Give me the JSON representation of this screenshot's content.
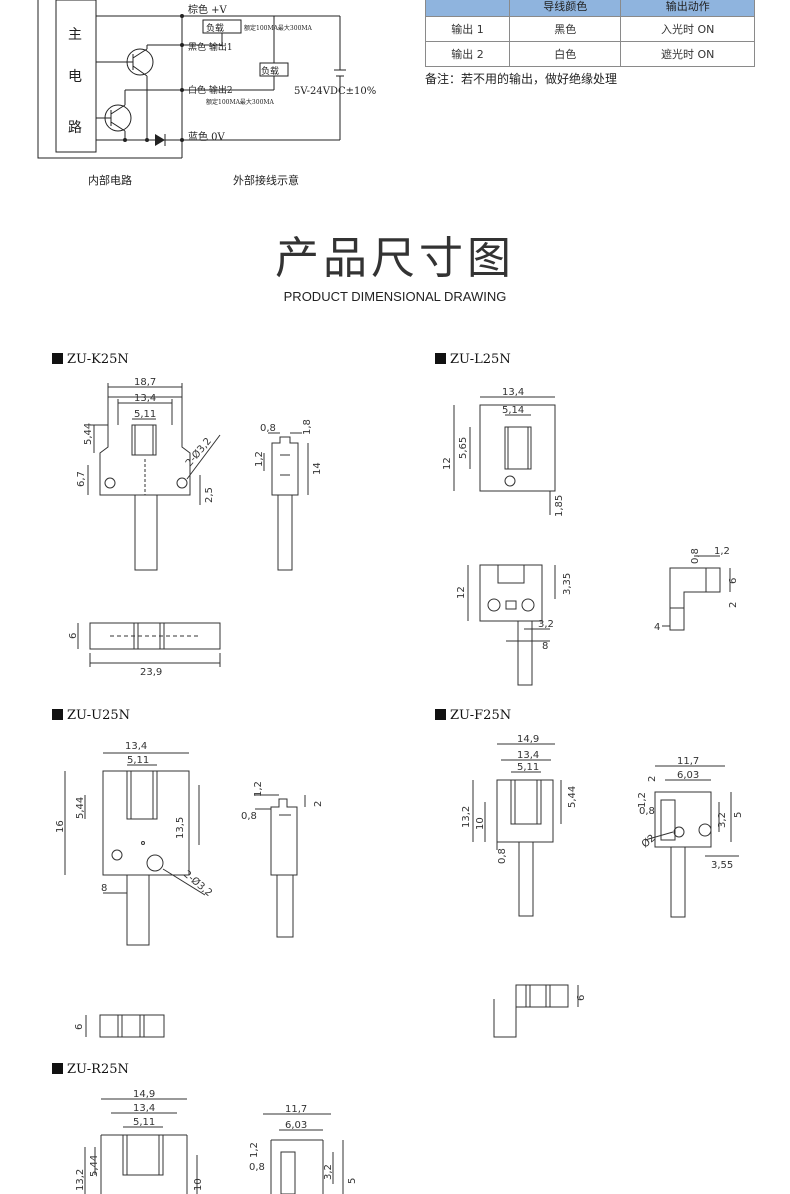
{
  "circuit": {
    "main_circuit_chars": [
      "主",
      "电",
      "路"
    ],
    "wire_brown": "棕色 +V",
    "wire_black": "黑色  输出1",
    "wire_white": "白色  输出2",
    "wire_blue": "蓝色 0V",
    "load_label": "负载",
    "rated_current": "额定100MA最大300MA",
    "supply": "5V-24VDC±10%",
    "caption_internal": "内部电路",
    "caption_external": "外部接线示意"
  },
  "output_table": {
    "headers": [
      "",
      "导线颜色",
      "输出动作"
    ],
    "rows": [
      [
        "输出 1",
        "黑色",
        "入光时 ON"
      ],
      [
        "输出 2",
        "白色",
        "遮光时 ON"
      ]
    ]
  },
  "note": "备注：若不用的输出，做好绝缘处理",
  "section": {
    "title_cn": "产品尺寸图",
    "title_en": "PRODUCT DIMENSIONAL DRAWING"
  },
  "models": {
    "k25": "ZU-K25N",
    "l25": "ZU-L25N",
    "u25": "ZU-U25N",
    "f25": "ZU-F25N",
    "r25": "ZU-R25N"
  },
  "dims": {
    "k25": {
      "w1": "18,7",
      "w2": "13,4",
      "w3": "5,11",
      "h1": "5,44",
      "h2": "6,7",
      "hole": "2-Ø3,2",
      "d1": "2,5",
      "s1": "0,8",
      "s2": "1,8",
      "s3": "1,2",
      "s4": "14",
      "b1": "6",
      "b2": "23,9"
    },
    "l25": {
      "w1": "13,4",
      "w2": "5,14",
      "h1": "5,65",
      "h2": "12",
      "d1": "1,85",
      "f1": "12",
      "f2": "3,35",
      "f3": "3,2",
      "f4": "8",
      "s1": "0,8",
      "s2": "1,2",
      "s3": "6",
      "s4": "2",
      "s5": "4"
    },
    "u25": {
      "w1": "13,4",
      "w2": "5,11",
      "h1": "5,44",
      "h2": "16",
      "h3": "13,5",
      "d1": "8",
      "hole": "2-Ø3,2",
      "s1": "1,2",
      "s2": "0,8",
      "s3": "2",
      "b1": "6"
    },
    "f25": {
      "w1": "14,9",
      "w2": "13,4",
      "w3": "5,11",
      "h1": "13,2",
      "h2": "10",
      "h3": "5,44",
      "d1": "0,8",
      "s1": "11,7",
      "s2": "6,03",
      "s3": "2",
      "s4": "1,2",
      "s5": "0,8",
      "s6": "3,2",
      "s7": "5",
      "s8": "Ø2",
      "s9": "3,55",
      "b1": "6"
    },
    "r25": {
      "w1": "14,9",
      "w2": "13,4",
      "w3": "5,11",
      "h1": "13,2",
      "h2": "5,44",
      "h3": "10",
      "s1": "11,7",
      "s2": "6,03",
      "s3": "1,2",
      "s4": "0,8",
      "s5": "3,2",
      "s6": "5"
    }
  }
}
